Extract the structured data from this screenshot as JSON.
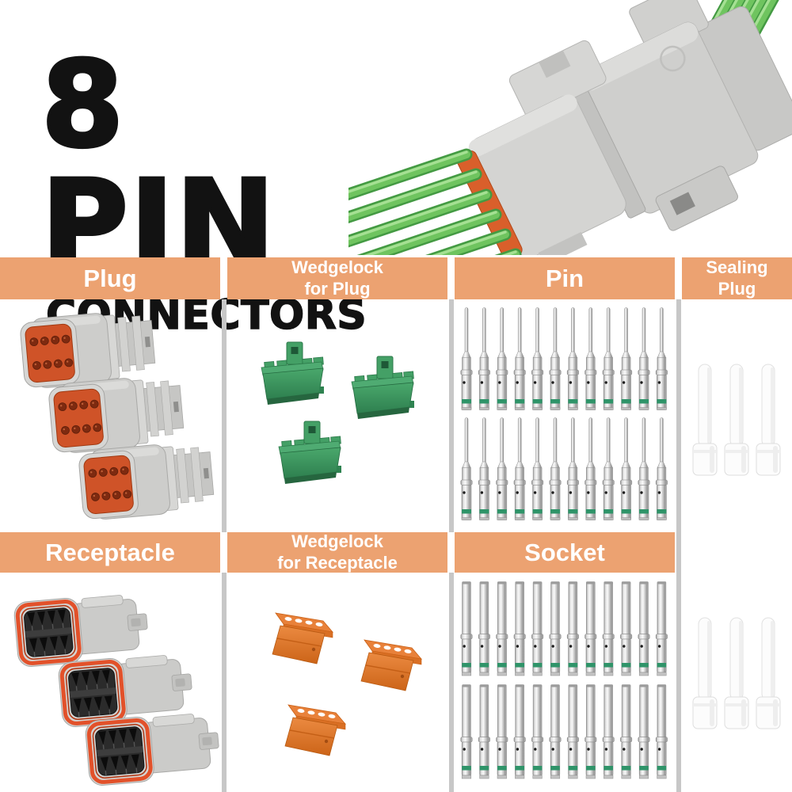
{
  "title": {
    "line1": "8 PIN",
    "line2": "CONNECTORS"
  },
  "hero_image": {
    "name": "8-pin gray connector with green wires",
    "left_wire_count": 6,
    "right_wire_count": 5,
    "wire_color": "#5CB653",
    "body_color": "#CFCFCD",
    "seal_color": "#D95F2B"
  },
  "sections": [
    {
      "id": "plug",
      "label": "Plug",
      "item_count": 3
    },
    {
      "id": "wedgelock-plug",
      "label": "Wedgelock\nfor Plug",
      "item_count": 3
    },
    {
      "id": "pin",
      "label": "Pin",
      "rows": 2,
      "per_row": 12
    },
    {
      "id": "sealing-plug",
      "label": "Sealing\nPlug",
      "groups": 2,
      "per_group": 3
    },
    {
      "id": "receptacle",
      "label": "Receptacle",
      "item_count": 3
    },
    {
      "id": "wedgelock-receptacle",
      "label": "Wedgelock\nfor Receptacle",
      "item_count": 3
    },
    {
      "id": "socket",
      "label": "Socket",
      "rows": 2,
      "per_row": 12
    }
  ],
  "colors": {
    "header_bg": "#ECA271",
    "header_text": "#FFFFFF",
    "divider": "#C7C7C7",
    "title_text": "#121212",
    "plug_face_orange": "#CF5328",
    "receptacle_seal_orange": "#E2512A",
    "wedgelock_plug_green": "#44A066",
    "wedgelock_receptacle_orange": "#E8813A",
    "pin_band_green": "#2F9469",
    "wire_green": "#6FC45F",
    "sealing_plug_white": "#FCFCFC"
  }
}
